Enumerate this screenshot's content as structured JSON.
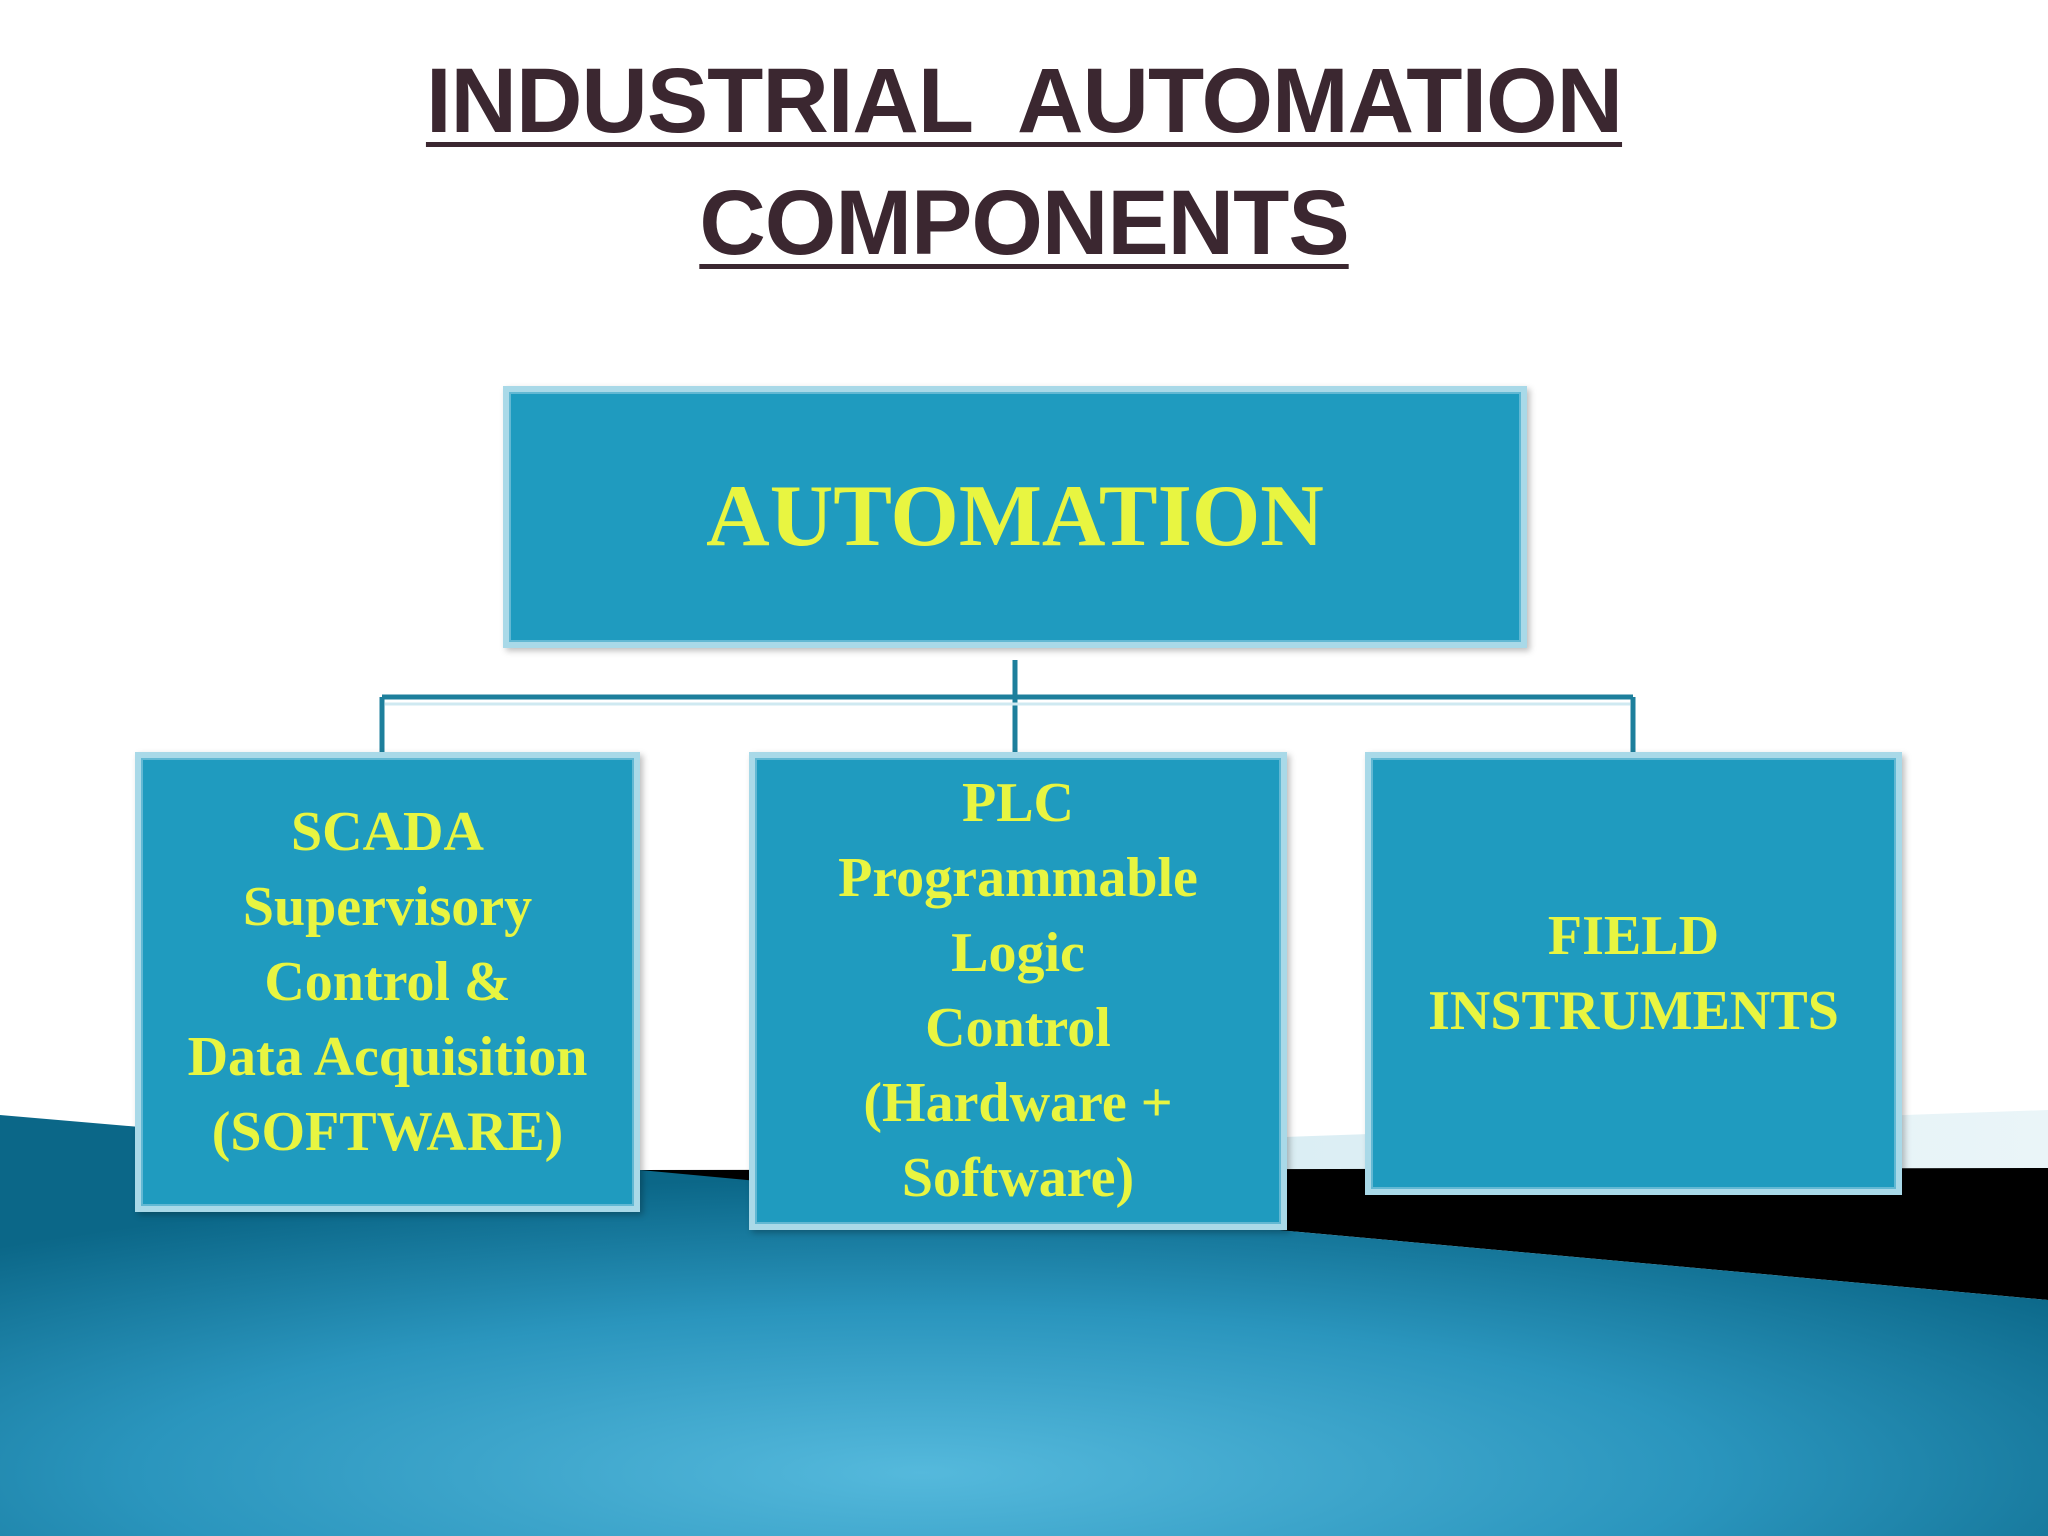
{
  "title": {
    "line1": "INDUSTRIAL  AUTOMATION",
    "line2": "COMPONENTS"
  },
  "diagram": {
    "root": {
      "label": "AUTOMATION"
    },
    "children": [
      {
        "label": "SCADA\nSupervisory\nControl      &\nData Acquisition\n(SOFTWARE)"
      },
      {
        "label": "PLC\nProgrammable\nLogic\nControl\n(Hardware +\nSoftware)"
      },
      {
        "label": "FIELD\nINSTRUMENTS"
      }
    ]
  },
  "colors": {
    "box_fill": "#1f9bbf",
    "box_border": "#a9d9e8",
    "box_text": "#e8f541",
    "title_text": "#3b2730",
    "connector": "#1d7f9c",
    "wave_dark": "#0d6d8f",
    "wave_light": "#4eb4d8",
    "band_black": "#000000"
  }
}
